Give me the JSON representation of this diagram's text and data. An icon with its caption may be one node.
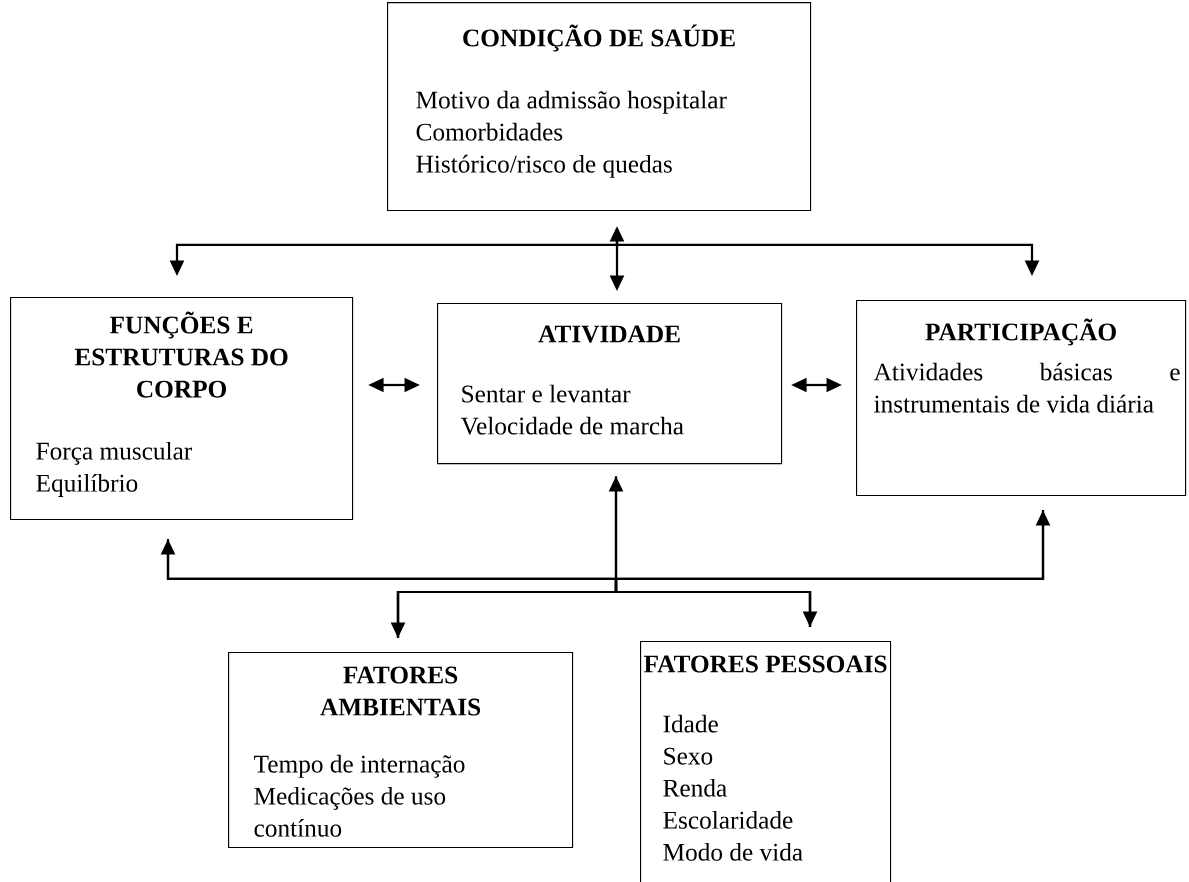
{
  "diagram": {
    "nodes": [
      {
        "text": [
          "CONDIÇÃO DE SAÚDE",
          "Motivo da admissão hospitalar",
          "Comorbidades",
          "Histórico/risco de quedas"
        ]
      },
      {
        "text": [
          "FUNÇÕES E ESTRUTURAS DO CORPO",
          "Força muscular",
          "Equilíbrio"
        ]
      },
      {
        "text": [
          "ATIVIDADE",
          "Sentar e levantar",
          "Velocidade de marcha"
        ]
      },
      {
        "text": [
          "PARTICIPAÇÃO",
          "Atividades básicas e instrumentais de vida diária"
        ]
      },
      {
        "text": [
          "FATORES AMBIENTAIS",
          "Tempo de internação",
          "Medicações de uso contínuo"
        ]
      },
      {
        "text": [
          "FATORES PESSOAIS",
          "Idade",
          "Sexo",
          "Renda",
          "Escolaridade",
          "Modo de vida"
        ]
      }
    ],
    "edges": [
      {
        "from": 0,
        "to": 1,
        "arrow": "to"
      },
      {
        "from": 0,
        "to": 2,
        "arrow": "both"
      },
      {
        "from": 0,
        "to": 3,
        "arrow": "to"
      },
      {
        "from": 1,
        "to": 2,
        "arrow": "both"
      },
      {
        "from": 2,
        "to": 3,
        "arrow": "both"
      },
      {
        "from": 4,
        "to": 1,
        "arrow": "both"
      },
      {
        "from": 4,
        "to": 2,
        "arrow": "to"
      },
      {
        "from": 4,
        "to": 3,
        "arrow": "none"
      },
      {
        "from": 5,
        "to": 1,
        "arrow": "none"
      },
      {
        "from": 5,
        "to": 2,
        "arrow": "none"
      },
      {
        "from": 5,
        "to": 3,
        "arrow": "both"
      }
    ]
  }
}
